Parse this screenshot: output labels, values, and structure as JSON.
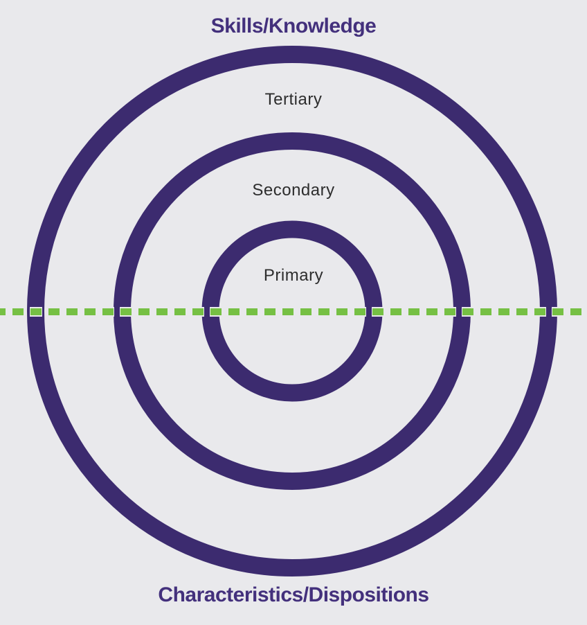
{
  "page": {
    "background_color": "#e9e9ec"
  },
  "diagram": {
    "top_label": "Skills/Knowledge",
    "bottom_label": "Characteristics/Dispositions",
    "heading_color": "#43307c",
    "ring_color": "#3c2b6f",
    "ring_label_color": "#2d2d2d",
    "rings": [
      {
        "position": "outer",
        "label": "Tertiary"
      },
      {
        "position": "middle",
        "label": "Secondary"
      },
      {
        "position": "inner",
        "label": "Primary"
      }
    ],
    "divider": {
      "style": "horizontal-dashed-line",
      "color": "#76c044",
      "halo_color": "#e9e9ec"
    }
  }
}
